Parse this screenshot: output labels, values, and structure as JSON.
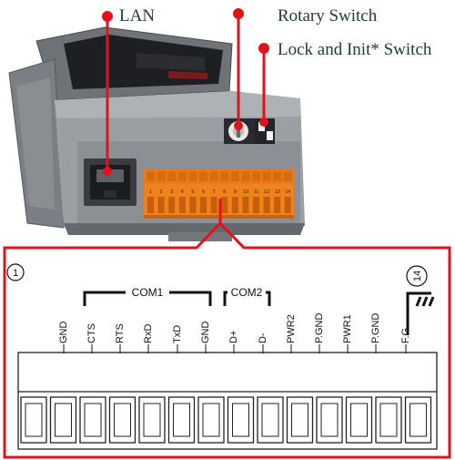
{
  "callouts": {
    "lan": "LAN",
    "rotary_switch": "Rotary Switch",
    "lock_init_switch": "Lock and Init* Switch"
  },
  "connector": {
    "first_pin_badge": "1",
    "last_pin_badge": "14",
    "groups": {
      "com1": "COM1",
      "com2": "COM2"
    },
    "pins": [
      "GND",
      "CTS",
      "RTS",
      "RxD",
      "TxD",
      "GND",
      "D+",
      "D-",
      "PWR2",
      "P.GND",
      "PWR1",
      "P.GND",
      "F.G."
    ],
    "pin_numbers": [
      "1",
      "2",
      "3",
      "4",
      "5",
      "6",
      "7",
      "8",
      "9",
      "10",
      "11",
      "12",
      "13",
      "14"
    ]
  },
  "colors": {
    "callout_red": "#e0121c",
    "callout_text": "#1e3f28",
    "terminal_orange": "#f0821e",
    "device_gray": "#8f9296"
  }
}
